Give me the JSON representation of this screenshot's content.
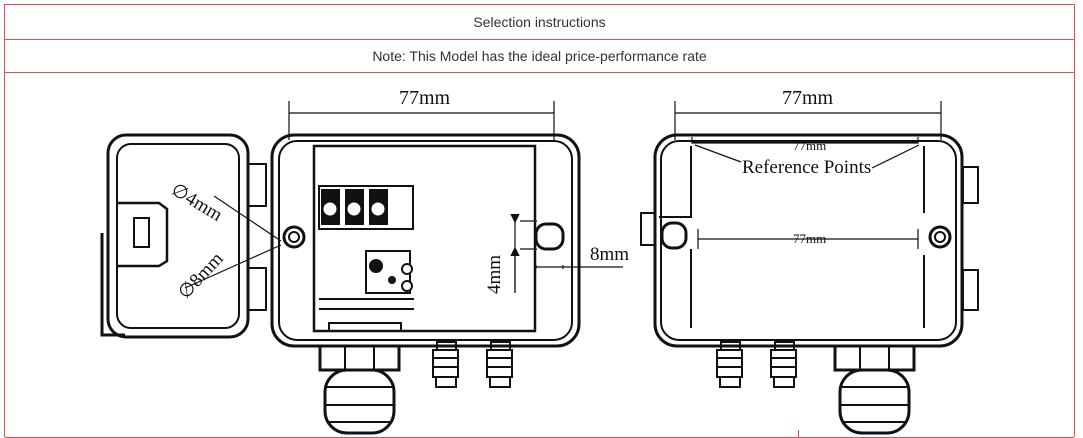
{
  "table": {
    "title": "Selection instructions",
    "note": "Note: This Model has the ideal price-performance rate"
  },
  "diagram": {
    "left": {
      "width_top": "77mm",
      "hole_4": "∅4mm",
      "hole_8": "∅8mm",
      "side_4": "4mm",
      "side_8": "8mm"
    },
    "right": {
      "width_top": "77mm",
      "width_inner_top": "77mm",
      "reference_points": "Reference Points",
      "width_middle": "77mm"
    }
  }
}
